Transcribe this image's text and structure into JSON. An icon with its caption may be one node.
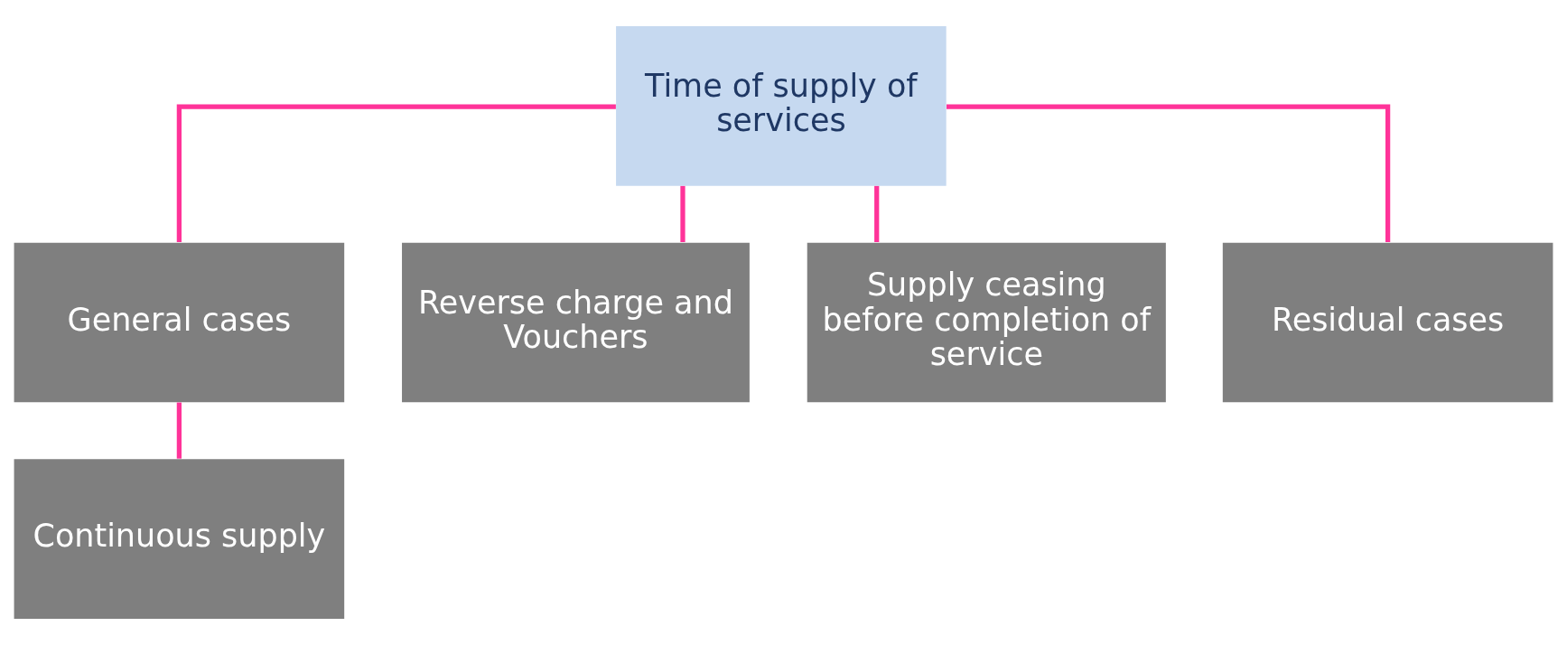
{
  "diagram": {
    "nodes": [
      {
        "text": [
          "Time of supply of services"
        ]
      },
      {
        "text": [
          "General cases"
        ]
      },
      {
        "text": [
          "Reverse charge and Vouchers"
        ]
      },
      {
        "text": [
          "Supply ceasing before completion of service"
        ]
      },
      {
        "text": [
          "Residual cases"
        ]
      },
      {
        "text": [
          "Continuous supply"
        ]
      }
    ],
    "edges": [
      {
        "from": 0,
        "to": 1,
        "arrow": "none"
      },
      {
        "from": 0,
        "to": 2,
        "arrow": "none"
      },
      {
        "from": 0,
        "to": 3,
        "arrow": "none"
      },
      {
        "from": 0,
        "to": 4,
        "arrow": "none"
      },
      {
        "from": 1,
        "to": 5,
        "arrow": "none"
      }
    ]
  }
}
